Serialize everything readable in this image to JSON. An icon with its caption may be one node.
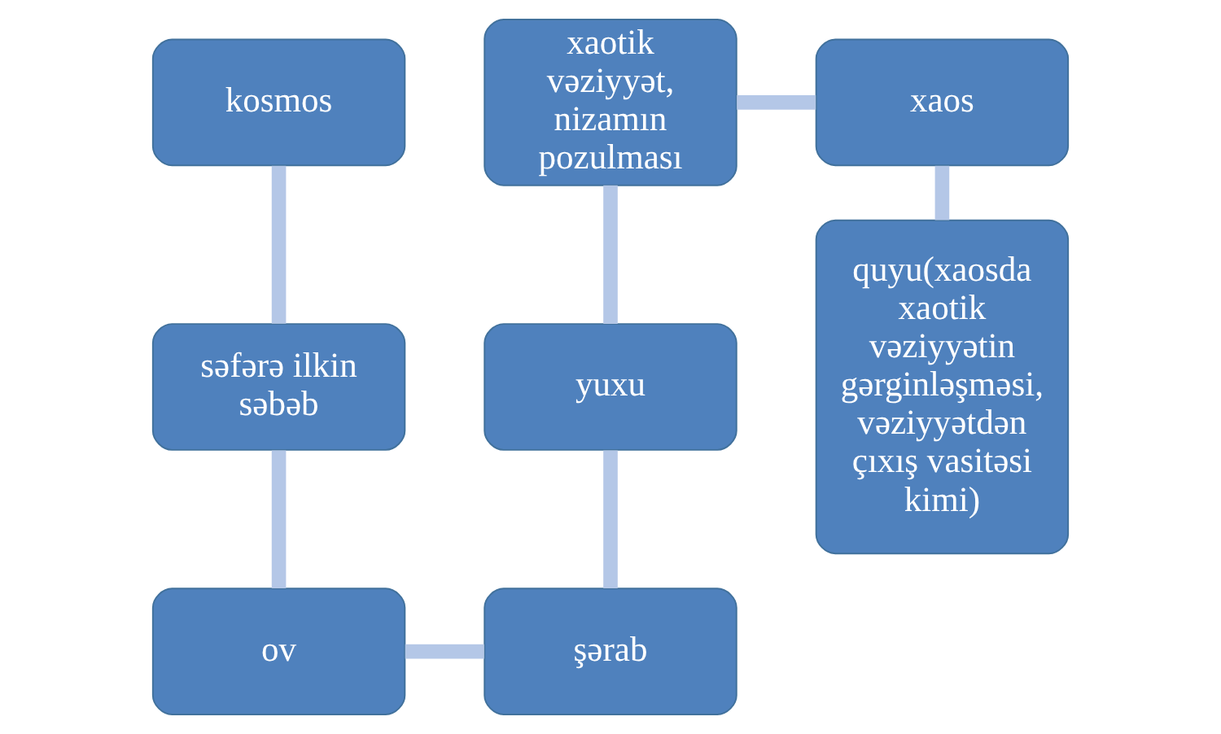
{
  "diagram": {
    "nodes": [
      {
        "text": [
          "kosmos"
        ]
      },
      {
        "text": [
          "səfərə ilkin səbəb"
        ]
      },
      {
        "text": [
          "ov"
        ]
      },
      {
        "text": [
          "şərab"
        ]
      },
      {
        "text": [
          "yuxu"
        ]
      },
      {
        "text": [
          "xaotik vəziyyət, nizamın pozulması"
        ]
      },
      {
        "text": [
          "xaos"
        ]
      },
      {
        "text": [
          "quyu(xaosda xaotik vəziyyətin gərginləşməsi, vəziyyətdən çıxış vasitəsi kimi)"
        ]
      }
    ],
    "edges": [
      {
        "from": 0,
        "to": 1,
        "arrow": "none"
      },
      {
        "from": 1,
        "to": 2,
        "arrow": "none"
      },
      {
        "from": 2,
        "to": 3,
        "arrow": "none"
      },
      {
        "from": 4,
        "to": 3,
        "arrow": "none"
      },
      {
        "from": 5,
        "to": 4,
        "arrow": "none"
      },
      {
        "from": 5,
        "to": 6,
        "arrow": "none"
      },
      {
        "from": 6,
        "to": 7,
        "arrow": "none"
      }
    ]
  }
}
